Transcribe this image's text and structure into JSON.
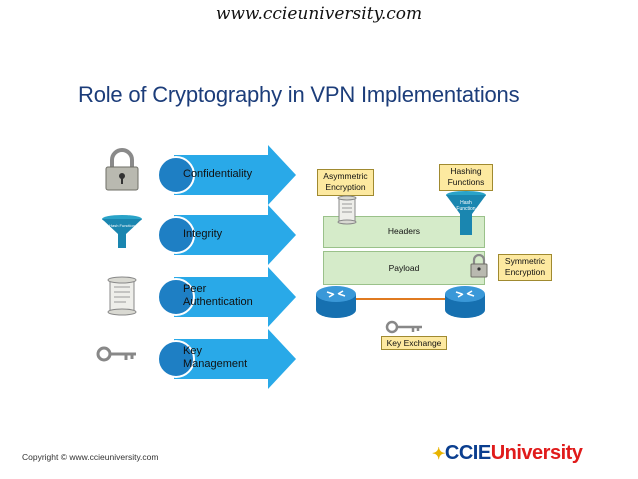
{
  "header": {
    "url": "www.ccieuniversity.com"
  },
  "title": "Role of Cryptography in VPN Implementations",
  "roles": [
    {
      "label_lines": [
        "Confidentiality"
      ],
      "icon": "padlock-icon"
    },
    {
      "label_lines": [
        "Integrity"
      ],
      "icon": "hash-funnel-icon",
      "icon_text": "Hash Function"
    },
    {
      "label_lines": [
        "Peer",
        "Authentication"
      ],
      "icon": "certificate-icon"
    },
    {
      "label_lines": [
        "Key",
        "Management"
      ],
      "icon": "key-icon"
    }
  ],
  "vpn": {
    "asymmetric": "Asymmetric Encryption",
    "hashing": "Hashing Functions",
    "hash_funnel": "Hash Function",
    "headers": "Headers",
    "payload": "Payload",
    "symmetric": "Symmetric Encryption",
    "key_exchange": "Key Exchange"
  },
  "colors": {
    "arrow": "#29a9e8",
    "circle": "#1e7fc4",
    "title": "#1c3d7a",
    "callout": "#fde9a0",
    "band": "#d5ebc9"
  },
  "footer": {
    "copyright": "Copyright © www.ccieuniversity.com",
    "logo_ccie": "CCIE",
    "logo_university": "University"
  }
}
